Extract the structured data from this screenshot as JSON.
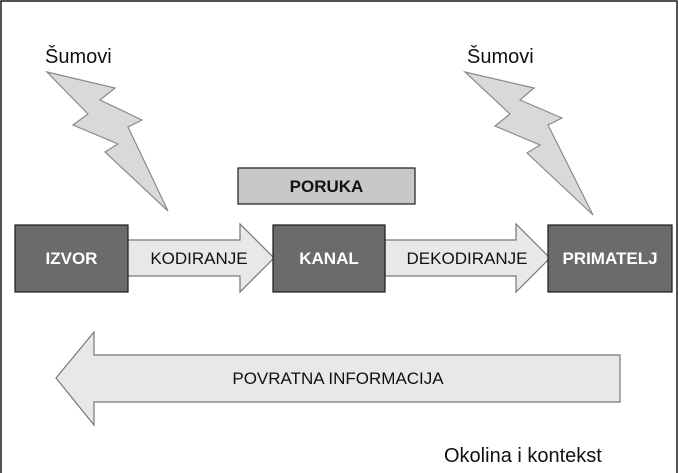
{
  "diagram": {
    "message": "PORUKA",
    "source": "IZVOR",
    "encoding": "KODIRANJE",
    "channel": "KANAL",
    "decoding": "DEKODIRANJE",
    "receiver": "PRIMATELJ",
    "feedback": "POVRATNA INFORMACIJA",
    "noise_left": "Šumovi",
    "noise_right": "Šumovi",
    "context": "Okolina i kontekst"
  },
  "colors": {
    "dark_box": "#6b6b6b",
    "light_box": "#c8c8c8",
    "arrow_fill": "#e8e8e8",
    "bolt_fill": "#d9d9d9",
    "stroke": "#1a1a1a",
    "white_text": "#ffffff",
    "dark_text": "#111111"
  }
}
